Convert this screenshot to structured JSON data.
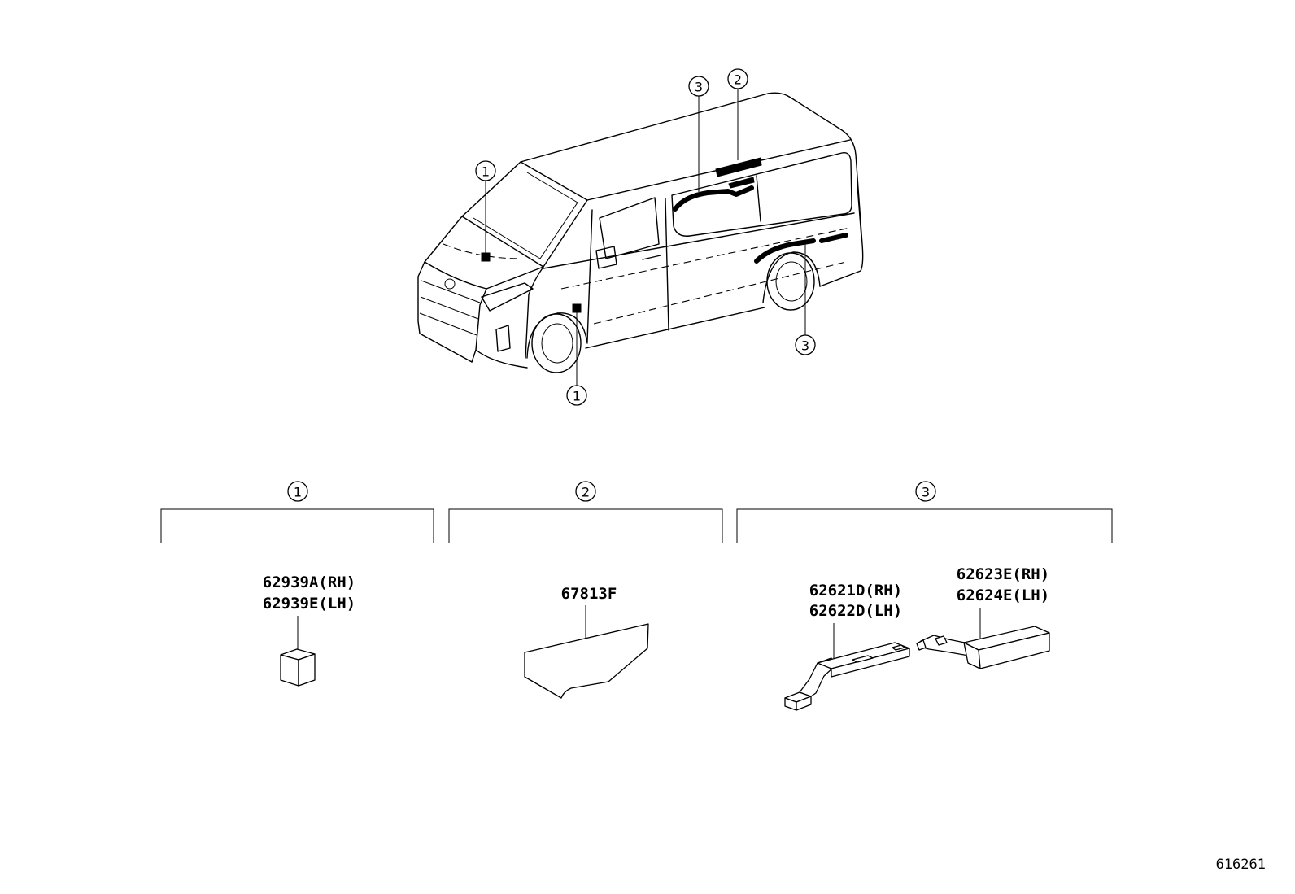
{
  "van_callouts": {
    "hood_marker": "1",
    "fender_marker": "1",
    "upper_molding": "3",
    "quarter_panel": "2",
    "lower_molding": "3"
  },
  "groups": {
    "group_1": {
      "number": "1",
      "part_rh": "62939A(RH)",
      "part_lh": "62939E(LH)"
    },
    "group_2": {
      "number": "2",
      "part": "67813F"
    },
    "group_3": {
      "number": "3",
      "part_a_rh": "62621D(RH)",
      "part_a_lh": "62622D(LH)",
      "part_b_rh": "62623E(RH)",
      "part_b_lh": "62624E(LH)"
    }
  },
  "figure_number": "616261",
  "colors": {
    "line": "#000000",
    "background": "#ffffff"
  }
}
